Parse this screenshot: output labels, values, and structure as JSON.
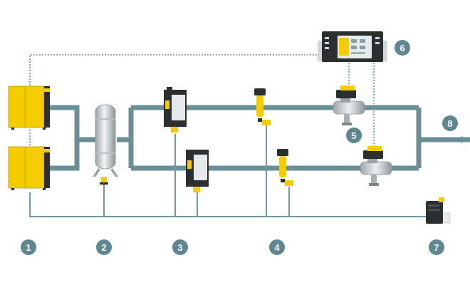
{
  "colors": {
    "pipe": "#6a8f96",
    "signal_line": "#6f98a2",
    "badge": "#5f8791",
    "compressor_yellow": "#f4cc00",
    "dark_unit": "#2b2f30",
    "panel_gray": "#d3d6d7"
  },
  "badges": {
    "b1": "1",
    "b2": "2",
    "b3": "3",
    "b4": "4",
    "b5": "5",
    "b6": "6",
    "b7": "7",
    "b8": "8"
  },
  "components": [
    {
      "badge": "1",
      "icon": "compressor-icon",
      "count": 2
    },
    {
      "badge": "2",
      "icon": "air-receiver-tank-icon",
      "count": 1
    },
    {
      "badge": "3",
      "icon": "dryer-icon",
      "count": 2
    },
    {
      "badge": "4",
      "icon": "filter-icon",
      "count": 2
    },
    {
      "badge": "5",
      "icon": "valve-icon",
      "count": 2
    },
    {
      "badge": "6",
      "icon": "controller-display-icon",
      "count": 1
    },
    {
      "badge": "7",
      "icon": "condensate-drain-icon",
      "count": 1
    },
    {
      "badge": "8",
      "icon": "air-outlet-arrow-icon",
      "count": 1
    }
  ]
}
